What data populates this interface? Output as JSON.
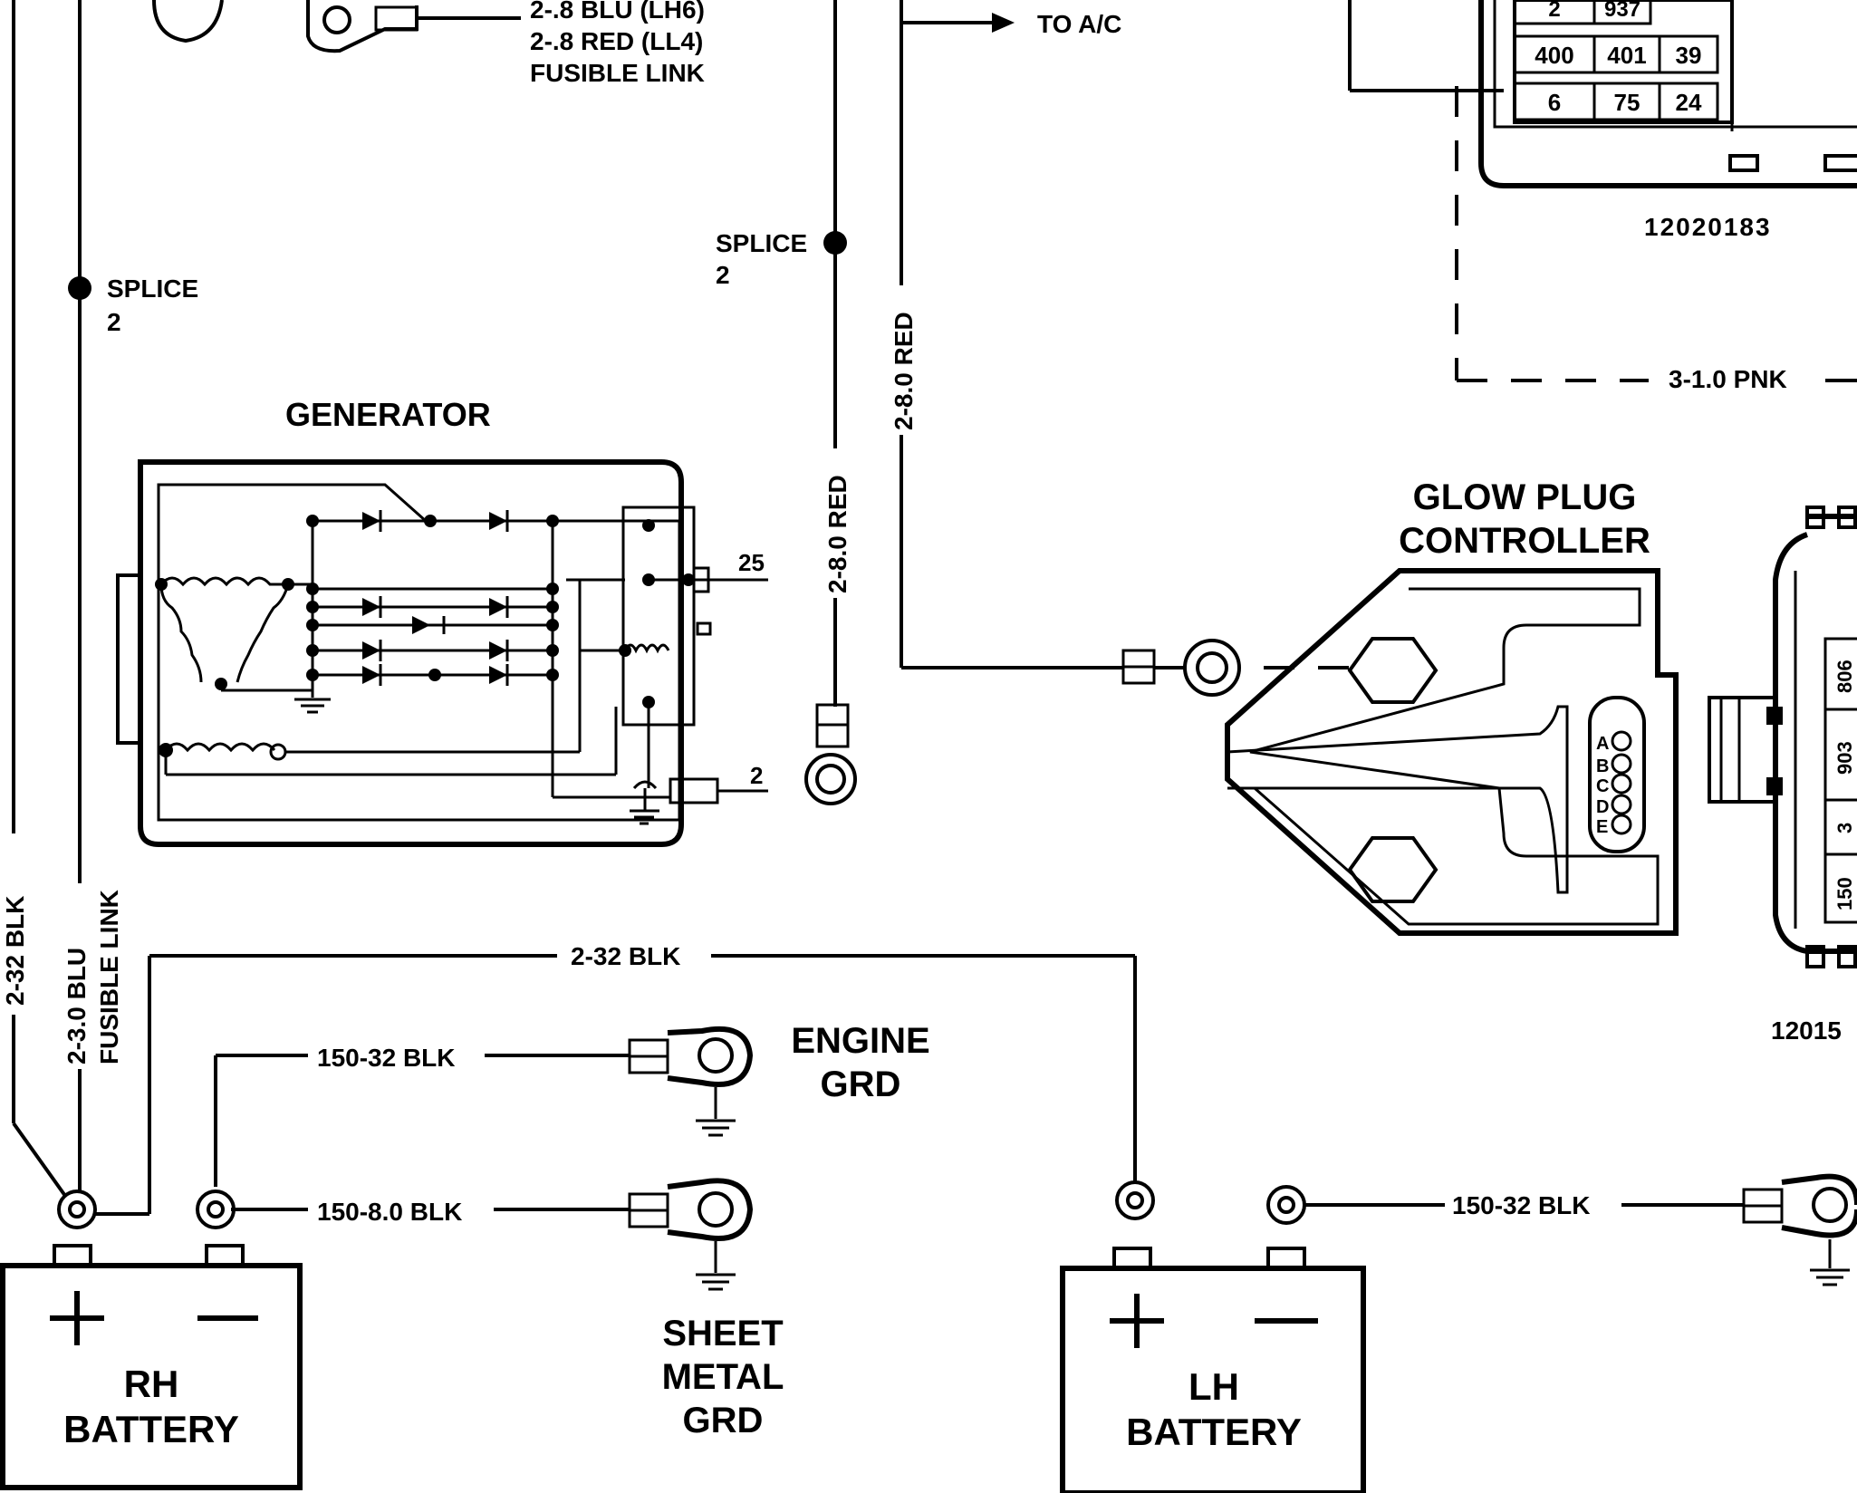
{
  "labels": {
    "fusible_link_top": "2-.8 BLU (LH6)",
    "red_ll4": "2-.8 RED (LL4)",
    "fusible_link": "FUSIBLE LINK",
    "to_ac": "TO A/C",
    "splice": "SPLICE",
    "splice_num": "2",
    "generator": "GENERATOR",
    "gen_term_25": "25",
    "gen_term_2": "2",
    "wire_red_1": "2-8.0 RED",
    "wire_red_2": "2-8.0 RED",
    "glow_plug_line1": "GLOW PLUG",
    "glow_plug_line2": "CONTROLLER",
    "pin_a": "A",
    "pin_b": "B",
    "pin_c": "C",
    "pin_d": "D",
    "pin_e": "E",
    "part_top": "12020183",
    "wire_pnk": "3-1.0 PNK",
    "part_right": "12015",
    "wire_blk_32_left": "2-32 BLK",
    "wire_blu_fusible_line1": "2-3.0 BLU",
    "wire_blu_fusible_line2": "FUSIBLE LINK",
    "wire_blk_32_top": "2-32 BLK",
    "wire_150_32_upper": "150-32 BLK",
    "wire_150_8": "150-8.0 BLK",
    "wire_150_32_right": "150-32 BLK",
    "engine_grd_line1": "ENGINE",
    "engine_grd_line2": "GRD",
    "sheet_metal_line1": "SHEET",
    "sheet_metal_line2": "METAL",
    "sheet_metal_line3": "GRD",
    "rh_batt_line1": "RH",
    "rh_batt_line2": "BATTERY",
    "lh_batt_line1": "LH",
    "lh_batt_line2": "BATTERY",
    "plus_sign": "+",
    "minus_sign": "—"
  },
  "fuse_block": {
    "row0": [
      "2",
      "937"
    ],
    "row1": [
      "400",
      "401",
      "39"
    ],
    "row2": [
      "6",
      "75",
      "24"
    ]
  },
  "connector_right": {
    "pins": [
      "806",
      "903",
      "3",
      "150"
    ]
  }
}
